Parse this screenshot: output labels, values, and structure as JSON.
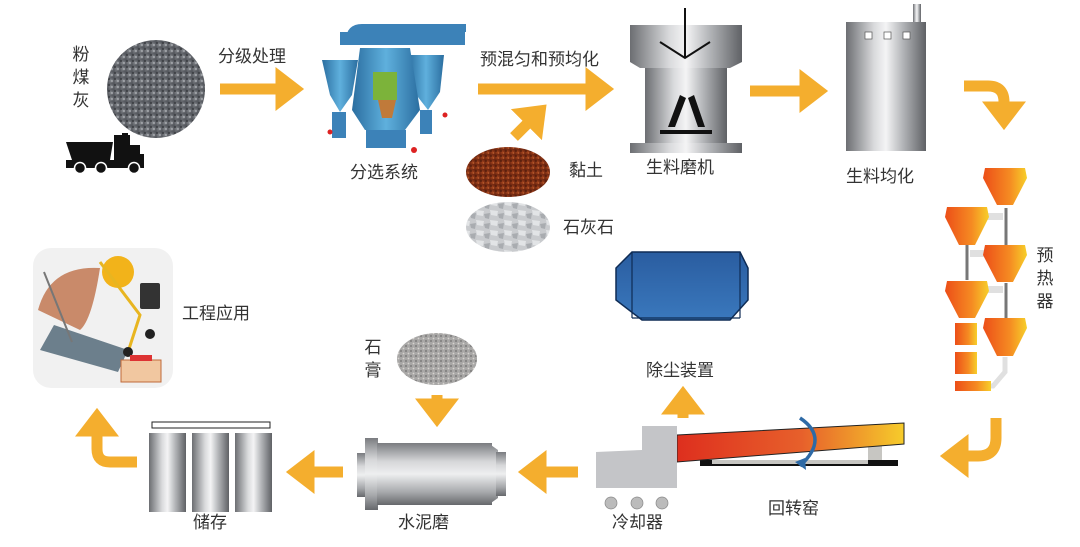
{
  "diagram": {
    "title": "Fly ash cement production process",
    "colors": {
      "arrow": "#f4ae2e",
      "text": "#333333",
      "separator_blue": "#3a88c4",
      "dust_collector": "#2b64a8",
      "preheater": "#f06a1e",
      "kiln_hot": "#e0321c",
      "kiln_warm": "#f5c42a"
    },
    "nodes": {
      "fly_ash": {
        "label": "粉煤灰",
        "icon": "fly-ash-powder"
      },
      "truck": {
        "icon": "dump-truck-icon"
      },
      "separation_system": {
        "label": "分选系统"
      },
      "clay": {
        "label": "黏土"
      },
      "limestone": {
        "label": "石灰石"
      },
      "raw_mill": {
        "label": "生料磨机"
      },
      "raw_homogenization": {
        "label": "生料均化"
      },
      "preheater": {
        "label": "预热器",
        "chars": [
          "预",
          "热",
          "器"
        ]
      },
      "rotary_kiln": {
        "label": "回转窑"
      },
      "cooler": {
        "label": "冷却器"
      },
      "dust_removal": {
        "label": "除尘装置"
      },
      "gypsum": {
        "label": "石膏",
        "chars": [
          "石",
          "膏"
        ]
      },
      "cement_mill": {
        "label": "水泥磨"
      },
      "storage": {
        "label": "储存"
      },
      "engineering_application": {
        "label": "工程应用"
      }
    },
    "edges": [
      {
        "from": "fly_ash",
        "to": "separation_system",
        "label": "分级处理"
      },
      {
        "from": "separation_system",
        "to": "raw_mill",
        "label": "预混匀和预均化"
      },
      {
        "from": "clay",
        "to": "raw_mill",
        "label": ""
      },
      {
        "from": "raw_mill",
        "to": "raw_homogenization",
        "label": ""
      },
      {
        "from": "raw_homogenization",
        "to": "preheater",
        "label": ""
      },
      {
        "from": "preheater",
        "to": "rotary_kiln",
        "label": ""
      },
      {
        "from": "cooler",
        "to": "dust_removal",
        "label": ""
      },
      {
        "from": "cooler",
        "to": "cement_mill",
        "label": ""
      },
      {
        "from": "gypsum",
        "to": "cement_mill",
        "label": ""
      },
      {
        "from": "cement_mill",
        "to": "storage",
        "label": ""
      },
      {
        "from": "storage",
        "to": "engineering_application",
        "label": ""
      }
    ]
  }
}
